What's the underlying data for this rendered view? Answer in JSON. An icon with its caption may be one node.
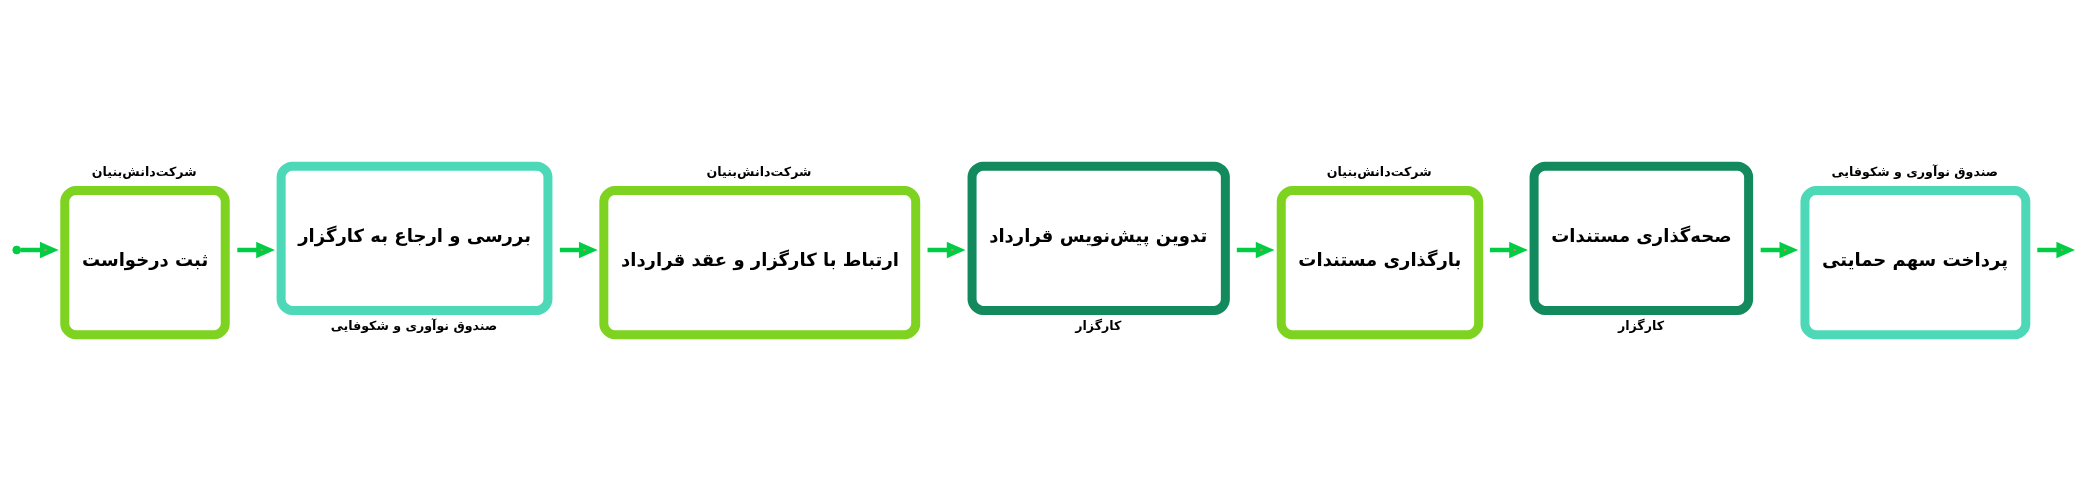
{
  "diagram": {
    "nodes": [
      {
        "text": [
          "ثبت درخواست"
        ],
        "beside": [
          "شرکت‌دانش‌بنیان"
        ]
      },
      {
        "text": [
          "بررسی و ارجاع به کارگزار"
        ],
        "beside": [
          "صندوق نوآوری و شکوفایی"
        ]
      },
      {
        "text": [
          "ارتباط با کارگزار و عقد قرارداد"
        ],
        "beside": [
          "شرکت‌دانش‌بنیان"
        ]
      },
      {
        "text": [
          "تدوین پیش‌نویس قرارداد"
        ],
        "beside": [
          "کارگزار"
        ]
      },
      {
        "text": [
          "بارگذاری مستندات"
        ],
        "beside": [
          "شرکت‌دانش‌بنیان"
        ]
      },
      {
        "text": [
          "صحه‌گذاری مستندات"
        ],
        "beside": [
          "کارگزار"
        ]
      },
      {
        "text": [
          "پرداخت سهم حمایتی"
        ],
        "beside": [
          "صندوق نوآوری و شکوفایی"
        ]
      }
    ],
    "edges": [
      {
        "from": null,
        "to": 0,
        "arrow": "to"
      },
      {
        "from": 0,
        "to": 1,
        "arrow": "to"
      },
      {
        "from": 1,
        "to": 2,
        "arrow": "to"
      },
      {
        "from": 2,
        "to": 3,
        "arrow": "to"
      },
      {
        "from": 3,
        "to": 4,
        "arrow": "to"
      },
      {
        "from": 4,
        "to": 5,
        "arrow": "to"
      },
      {
        "from": 5,
        "to": 6,
        "arrow": "to"
      },
      {
        "from": 6,
        "to": null,
        "arrow": "to"
      }
    ]
  }
}
